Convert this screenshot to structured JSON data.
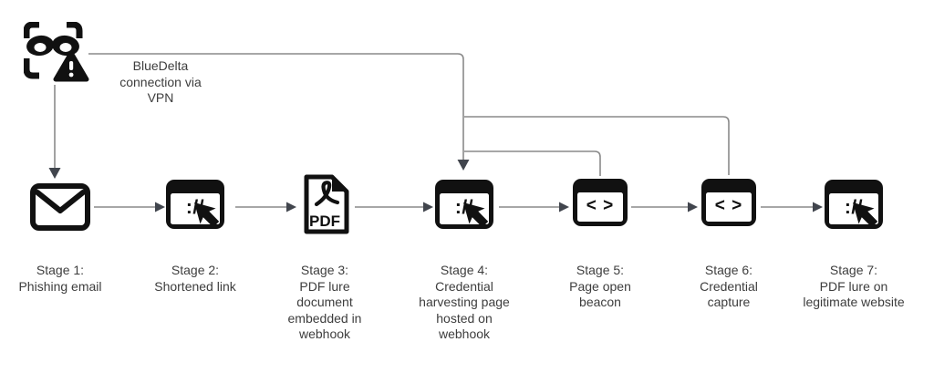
{
  "theme": {
    "background": "#ffffff",
    "icon_ink": "#111111",
    "line_gray": "#8a8a8a",
    "arrowhead_gray": "#41454d",
    "label_color": "#3d3d3d"
  },
  "attacker": {
    "icon": "masked-attacker-warning-icon",
    "label": "BlueDelta\nconnection via\nVPN"
  },
  "glyphs": {
    "url": "://",
    "code": "< >",
    "pdf": "PDF"
  },
  "stages": [
    {
      "icon": "email-icon",
      "label": "Stage 1:\nPhishing email"
    },
    {
      "icon": "browser-link-cursor-icon",
      "label": "Stage 2:\nShortened link"
    },
    {
      "icon": "pdf-document-icon",
      "label": "Stage 3:\nPDF lure\ndocument\nembedded in\nwebhook"
    },
    {
      "icon": "browser-link-cursor-icon",
      "label": "Stage 4:\nCredential\nharvesting page\nhosted on\nwebhook"
    },
    {
      "icon": "code-window-icon",
      "label": "Stage 5:\nPage open\nbeacon"
    },
    {
      "icon": "code-window-icon",
      "label": "Stage 6:\nCredential\ncapture"
    },
    {
      "icon": "browser-link-cursor-icon",
      "label": "Stage 7:\nPDF lure on\nlegitimate website"
    }
  ]
}
